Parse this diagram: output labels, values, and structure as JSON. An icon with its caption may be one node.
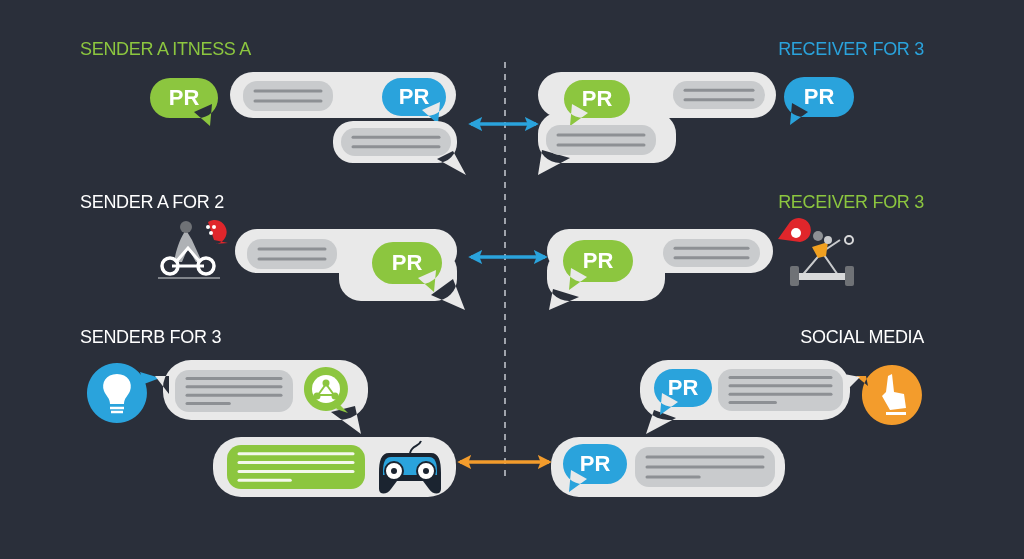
{
  "diagram": {
    "nodes": [
      {
        "text": [
          "PR"
        ]
      },
      {
        "text": [],
        "shape": "bubble"
      },
      {
        "text": [
          "PR"
        ],
        "in": 1
      },
      {
        "text": [],
        "shape": "bubble"
      },
      {
        "text": [],
        "shape": "bubble"
      },
      {
        "text": [
          "PR"
        ],
        "in": 4
      },
      {
        "text": [
          "PR"
        ]
      },
      {
        "text": [],
        "shape": "bubble"
      },
      {
        "text": [
          "PR"
        ],
        "in": 7
      },
      {
        "text": [],
        "shape": "bubble"
      },
      {
        "text": [
          "PR"
        ],
        "in": 9
      },
      {
        "text": [],
        "shape": "bubble"
      },
      {
        "text": [],
        "shape": "bubble"
      },
      {
        "text": [],
        "shape": "bubble"
      },
      {
        "text": [
          "PR"
        ],
        "in": 13
      },
      {
        "text": [],
        "shape": "bubble"
      },
      {
        "text": [
          "PR"
        ],
        "in": 15
      }
    ],
    "edges": [
      {
        "from": 3,
        "to": 4,
        "arrow": "both"
      },
      {
        "from": 7,
        "to": 9,
        "arrow": "both"
      },
      {
        "from": 12,
        "to": 15,
        "arrow": "both",
        "color": "#f39c2c"
      }
    ],
    "labels": [
      "SENDER A ITNESS A",
      "RECEIVER FOR 3",
      "SENDER A FOR 2",
      "RECEIVER FOR 3",
      "SENDERB FOR 3",
      "SOCIAL MEDIA"
    ]
  }
}
